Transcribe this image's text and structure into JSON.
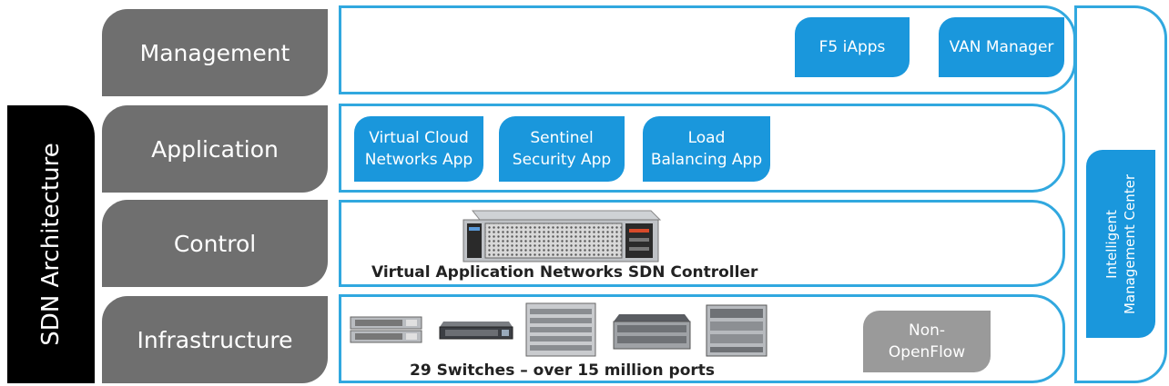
{
  "title": "SDN Architecture",
  "layers": {
    "management": "Management",
    "application": "Application",
    "control": "Control",
    "infrastructure": "Infrastructure"
  },
  "management_apps": {
    "f5": "F5 iApps",
    "van": "VAN Manager"
  },
  "application_apps": {
    "virtual_cloud": "Virtual Cloud\nNetworks App",
    "sentinel": "Sentinel\nSecurity App",
    "load_balancing": "Load\nBalancing App"
  },
  "control": {
    "caption": "Virtual Application Networks SDN Controller"
  },
  "infrastructure": {
    "caption": "29 Switches – over 15 million ports",
    "non_openflow": "Non-\nOpenFlow"
  },
  "side_panel": {
    "label": "Intelligent\nManagement Center"
  },
  "colors": {
    "accent_blue": "#1a97dc",
    "outline_blue": "#31a8df",
    "tab_gray": "#6f6f6f",
    "box_gray": "#9a9a9a"
  }
}
